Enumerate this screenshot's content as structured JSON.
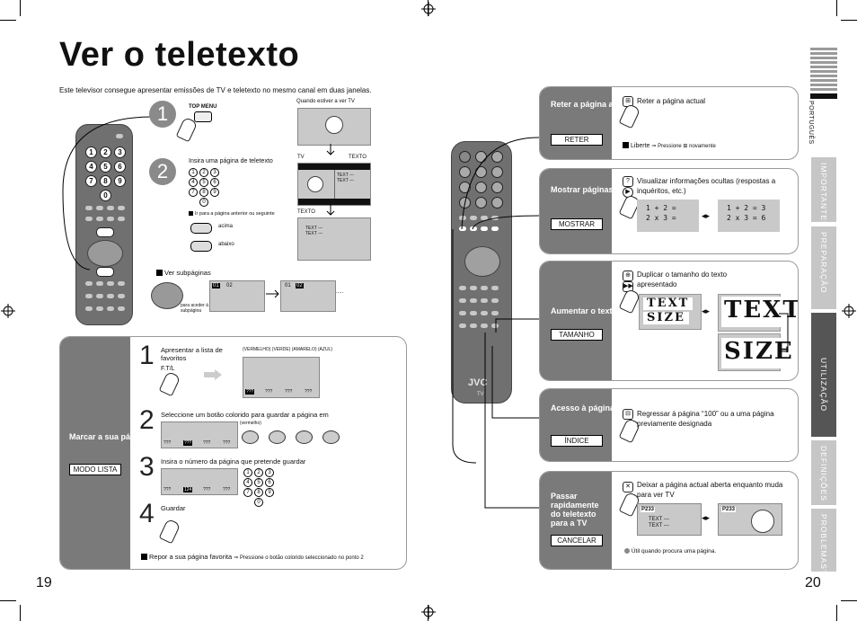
{
  "title": "Ver o teletexto",
  "intro": "Este televisor consegue apresentar emissões de TV e teletexto no mesmo canal em duas janelas.",
  "page_left": "19",
  "page_right": "20",
  "top_menu": "TOP MENU",
  "step2_text": "Insira uma página de teletexto",
  "when_tv": "Quando estiver a ver TV",
  "tv_label": "TV",
  "texto_label": "TEXTO",
  "texto_label2": "TEXTO",
  "text_lines": "TEXT ---",
  "nav_hint": "Ir para a página anterior ou seguinte",
  "up_label": "acima",
  "down_label": "abaixo",
  "subpages_title": "Ver subpáginas",
  "subpage_a1": "01",
  "subpage_a2": "02",
  "subpage_b1": "01",
  "subpage_b2": "02",
  "ellipsis": ".....",
  "subpage_hint": "para aceder à subpágina",
  "right_panels": {
    "hold": {
      "title": "Reter a página actual",
      "box": "RETER",
      "desc": "Reter a página actual",
      "release": "Liberte",
      "press": "Pressione",
      "again": "novamente"
    },
    "reveal": {
      "title": "Mostrar páginas ocultas",
      "box": "MOSTRAR",
      "desc": "Visualizar informações ocultas (respostas a inquéritos, etc.)",
      "calc_before": "1 + 2 =\n2 x 3 =",
      "calc_after": "1 + 2 = 3\n2 x 3 = 6"
    },
    "size": {
      "title": "Aumentar o texto",
      "box": "TAMANHO",
      "desc": "Duplicar o tamanho do texto apresentado",
      "text_word": "TEXT",
      "size_word": "SIZE"
    },
    "index": {
      "title": "Acesso à página de índice",
      "box": "ÍNDICE",
      "desc": "Regressar à página “100” ou a uma página previamente designada"
    },
    "cancel": {
      "title": "Passar rapidamente do teletexto para a TV",
      "box": "CANCELAR",
      "desc": "Deixar a página actual aberta enquanto muda para ver TV",
      "page_code": "P233",
      "page_code2": "P233",
      "text_lines": "TEXT ---",
      "note": "Útil quando procura uma página."
    }
  },
  "sidebar": [
    "PORTUGUÊS",
    "IMPORTANTE!",
    "PREPARAÇÃO",
    "UTILIZAÇÃO",
    "DEFINIÇÕES",
    "PROBLEMAS?"
  ],
  "fav": {
    "side_title": "Marcar a sua página favorita",
    "side_box": "MODO LISTA",
    "step1": "Apresentar a lista de favoritos",
    "ftl": "F.T/L",
    "colors_hint": "(VERMELHO) (VERDE) (AMARELO) (AZUL)",
    "q": "???",
    "step2": "Seleccione um botão colorido para guardar a página em",
    "red_label": "(vermelho)",
    "step3": "Insira o número da página que pretende guardar",
    "entered": "124",
    "step4": "Guardar",
    "recall": "Repor a sua página favorita",
    "recall_hint": "Pressione o botão colorido seleccionado no ponto 2"
  },
  "brand": "JVC",
  "brand_sub": "TV",
  "steps": [
    "1",
    "2",
    "3",
    "4"
  ]
}
